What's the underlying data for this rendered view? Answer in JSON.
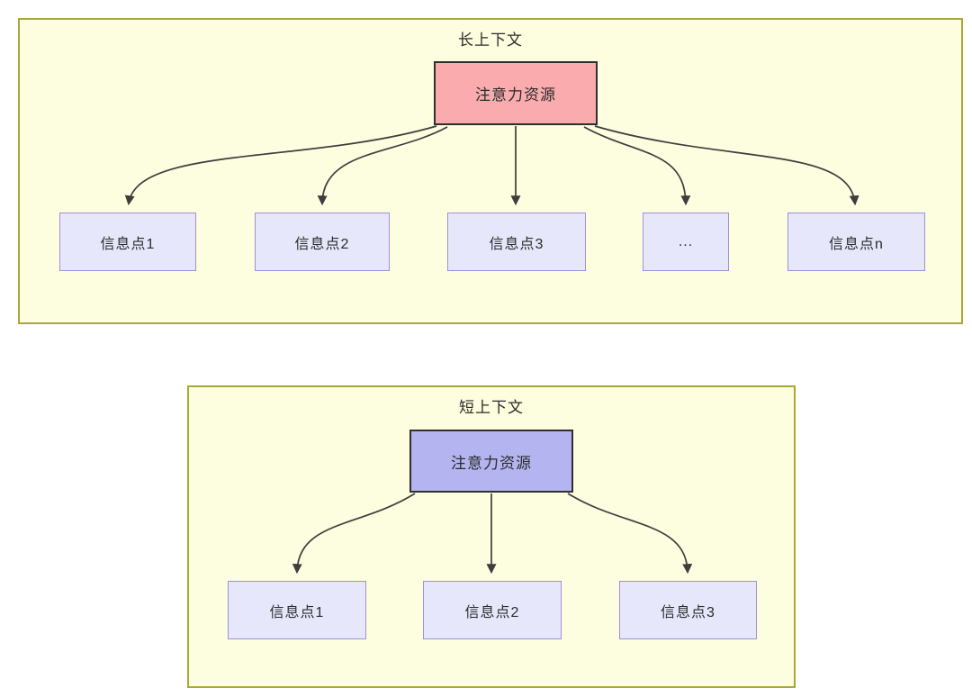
{
  "diagram": {
    "panels": [
      {
        "title": "长上下文",
        "attention": {
          "label": "注意力资源",
          "fill": "#f9abae"
        },
        "items": [
          {
            "label": "信息点1"
          },
          {
            "label": "信息点2"
          },
          {
            "label": "信息点3"
          },
          {
            "label": "..."
          },
          {
            "label": "信息点n"
          }
        ]
      },
      {
        "title": "短上下文",
        "attention": {
          "label": "注意力资源",
          "fill": "#b4b5f0"
        },
        "items": [
          {
            "label": "信息点1"
          },
          {
            "label": "信息点2"
          },
          {
            "label": "信息点3"
          }
        ]
      }
    ],
    "colors": {
      "panel_fill": "#fdfddf",
      "panel_border": "#a9a936",
      "info_node_fill": "#e7e7fb",
      "info_node_border": "#a090d8",
      "attention_border": "#2f2f2f",
      "arrow": "#3d3d3d",
      "text": "#2b2b2b",
      "background": "#ffffff"
    }
  }
}
